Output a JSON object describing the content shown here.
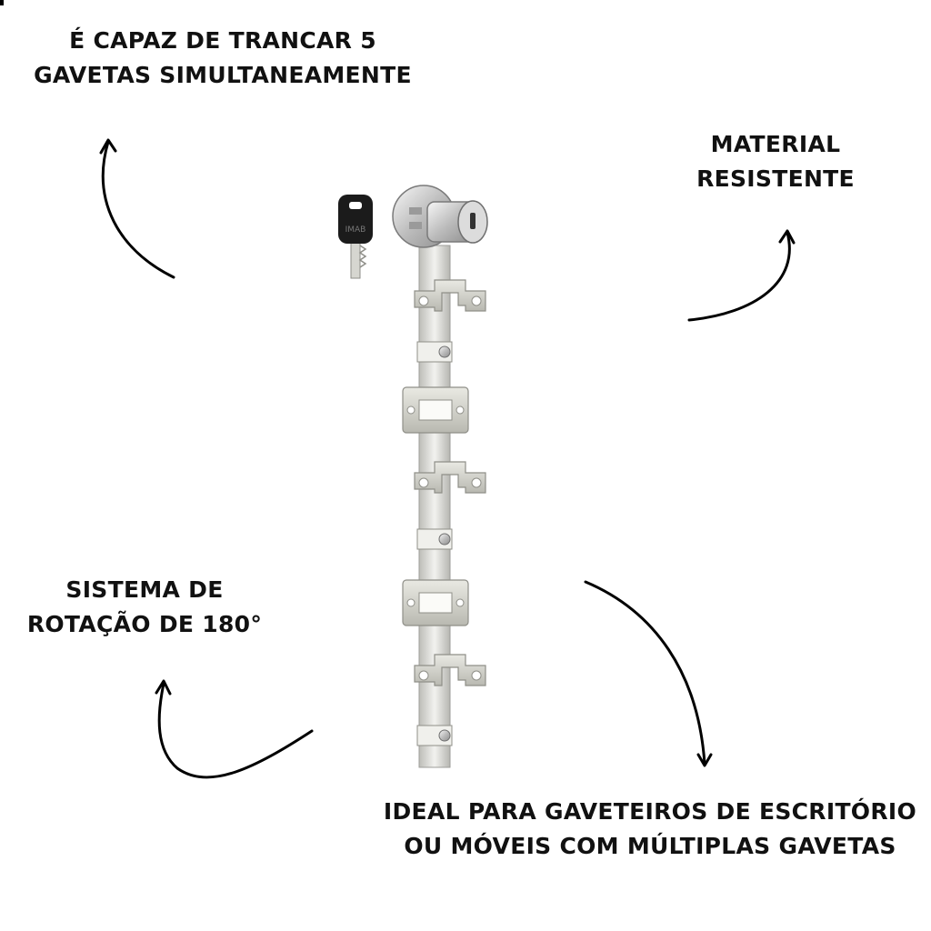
{
  "callouts": {
    "drawer_capacity": {
      "line1": "É CAPAZ DE TRANCAR 5",
      "line2": "GAVETAS SIMULTANEAMENTE"
    },
    "material": {
      "line1": "MATERIAL",
      "line2": "RESISTENTE"
    },
    "rotation": {
      "line1": "SISTEMA DE",
      "line2": "ROTAÇÃO DE 180°"
    },
    "usage": {
      "line1": "IDEAL PARA GAVETEIROS DE ESCRITÓRIO",
      "line2": "OU MÓVEIS COM MÚLTIPLAS GAVETAS"
    }
  },
  "product": {
    "key_brand": "IMAB",
    "icons": [
      "key-icon",
      "lock-cylinder-icon",
      "locking-bar-icon",
      "arrow-icon"
    ]
  },
  "colors": {
    "text": "#111111",
    "metal": "#c9c9c4",
    "key_head": "#1b1b1b",
    "arrow": "#000000"
  }
}
